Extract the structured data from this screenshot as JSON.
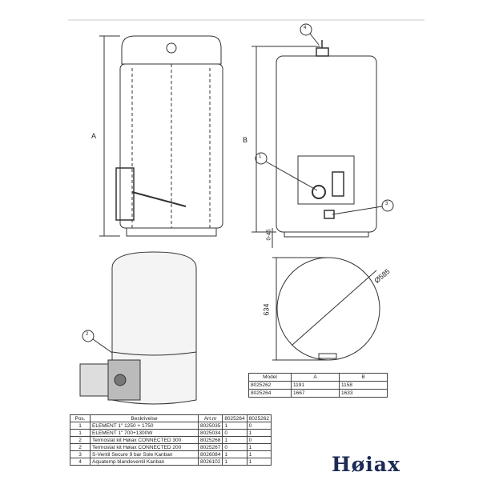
{
  "dimensions": {
    "a": "A",
    "b": "B",
    "foot": "0-45",
    "height": "634",
    "diameter": "Ø585"
  },
  "callouts": [
    "1",
    "2",
    "3",
    "4"
  ],
  "parts_table": {
    "headers": [
      "Pos.",
      "Beskrivelse",
      "Art.nr",
      "8025264",
      "8025262"
    ],
    "rows": [
      [
        "1",
        "ELEMENT 1\" 1250 + 1750",
        "8025035",
        "1",
        "0"
      ],
      [
        "1",
        "ELEMENT 1\" 700+1300W",
        "8025034",
        "0",
        "1"
      ],
      [
        "2",
        "Termostat kit Høiax CONNECTED 300",
        "8025268",
        "1",
        "0"
      ],
      [
        "2",
        "Termostat kit Høiax CONNECTED 200",
        "8025267",
        "0",
        "1"
      ],
      [
        "3",
        "S-Ventil Secure 9 bar Sole Kanban",
        "8026084",
        "1",
        "1"
      ],
      [
        "4",
        "Aquatemp blandeventil Kanban",
        "8026102",
        "1",
        "1"
      ]
    ]
  },
  "model_table": {
    "headers": [
      "Model",
      "A",
      "B"
    ],
    "rows": [
      [
        "8025262",
        "1191",
        "1158"
      ],
      [
        "8025264",
        "1667",
        "1633"
      ]
    ]
  },
  "logo": "Høiax"
}
